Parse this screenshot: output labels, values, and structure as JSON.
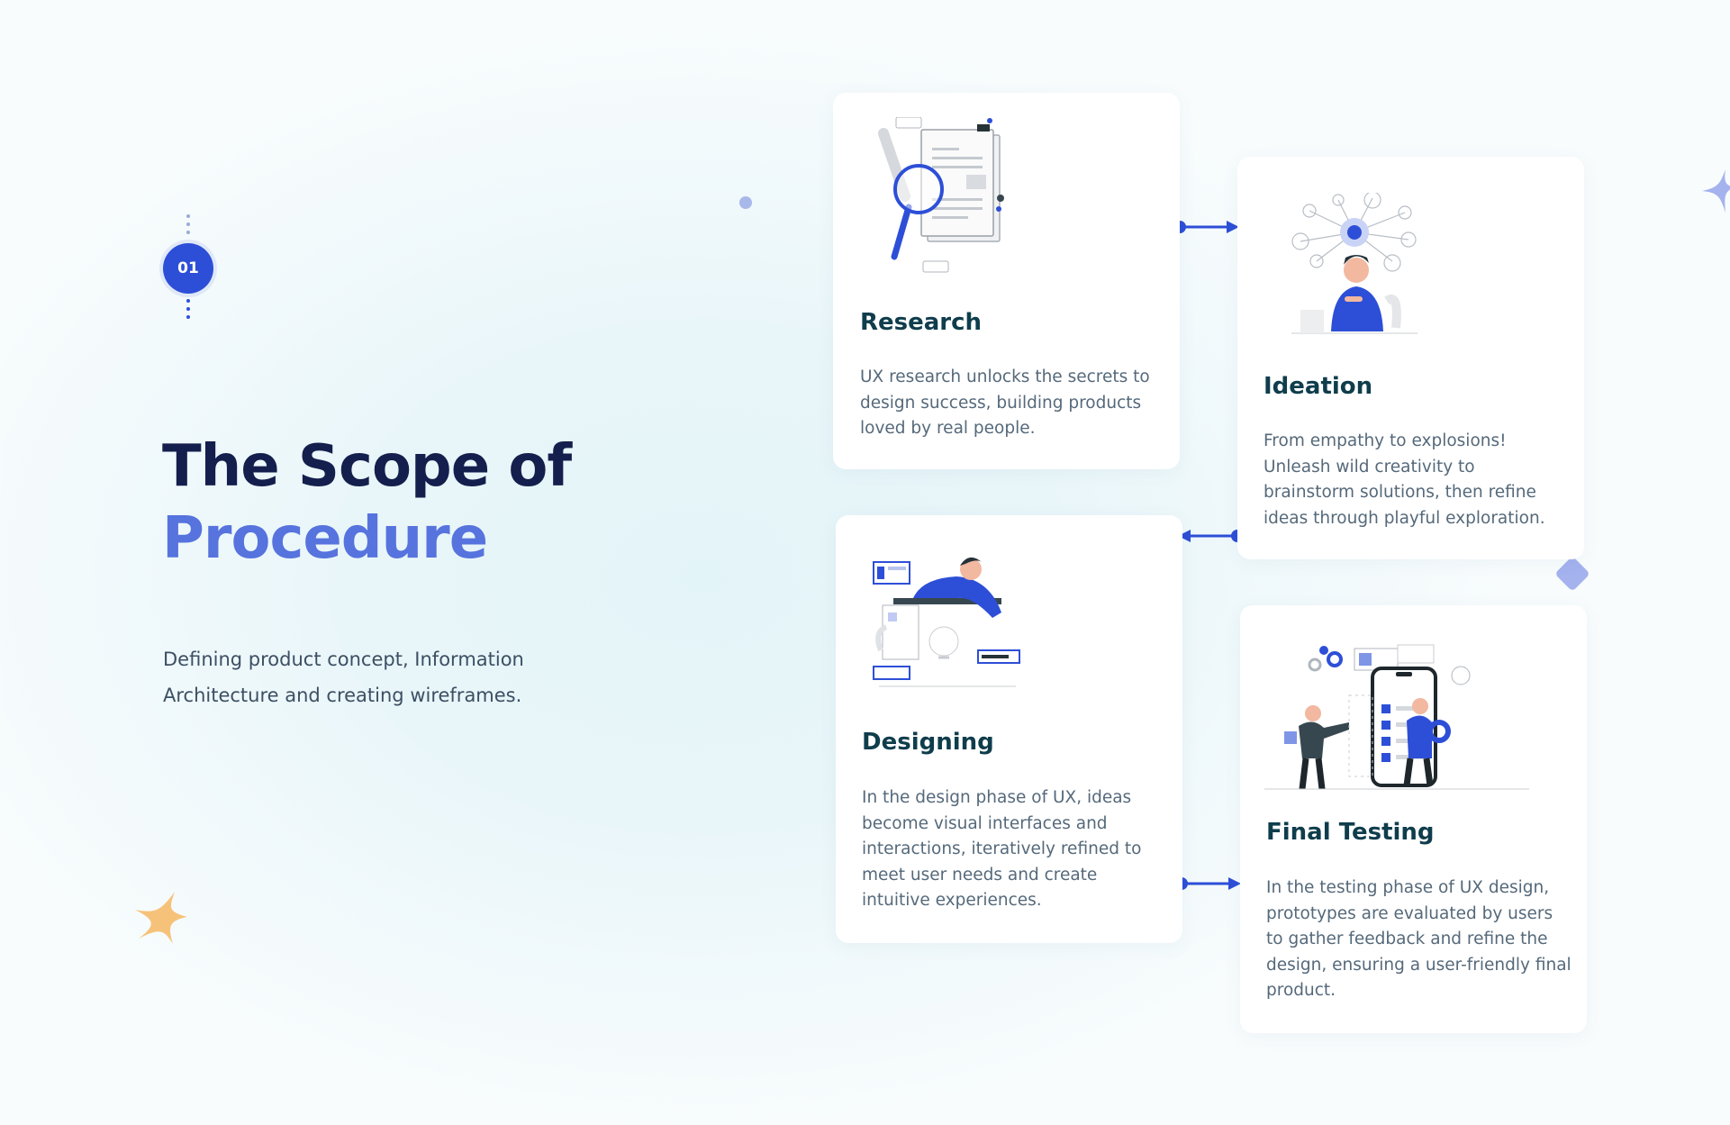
{
  "step": {
    "number": "01"
  },
  "heading": {
    "line1": "The Scope of",
    "line2": "Procedure"
  },
  "subtitle": "Defining product concept, Information Architecture and creating wireframes.",
  "colors": {
    "accent": "#2d4fd7",
    "accent_light": "#5673de",
    "title_dark": "#141f4d",
    "card_title": "#0f3d4c",
    "body_text": "#55697a",
    "decor_orange": "#f6c27a"
  },
  "steps": [
    {
      "title": "Research",
      "description": "UX research unlocks the secrets to design success, building products loved by real people.",
      "icon": "research-illustration"
    },
    {
      "title": "Ideation",
      "description": "From empathy to explosions! Unleash wild creativity to brainstorm solutions, then refine ideas through playful exploration.",
      "icon": "ideation-illustration"
    },
    {
      "title": "Designing",
      "description": "In the design phase of UX, ideas become visual interfaces and interactions, iteratively refined to meet user needs and create intuitive experiences.",
      "icon": "designing-illustration"
    },
    {
      "title": "Final Testing",
      "description": "In the testing phase of UX design, prototypes are evaluated by users to gather feedback and refine the design, ensuring a user-friendly final product.",
      "icon": "testing-illustration"
    }
  ]
}
